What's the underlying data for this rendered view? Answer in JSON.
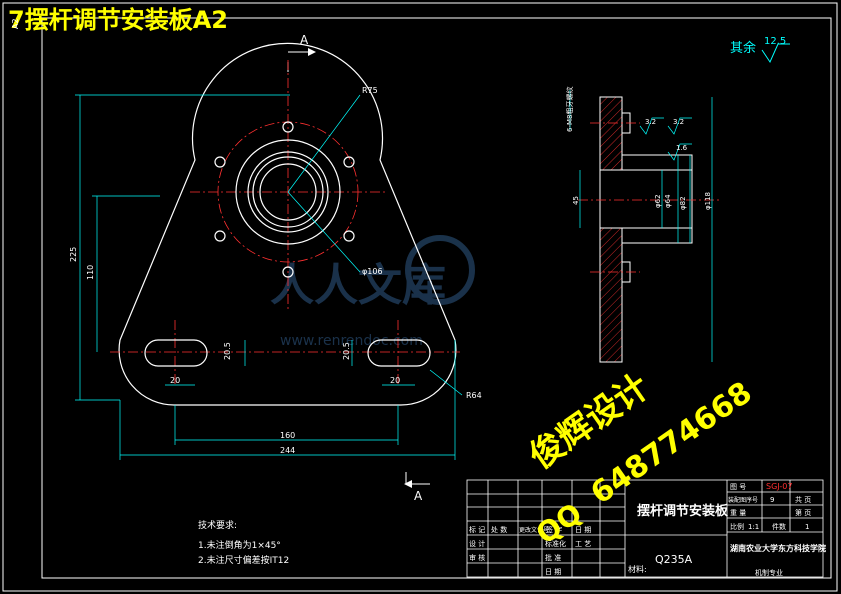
{
  "title": "7摆杆调节安装板A2",
  "watermark": {
    "brand": "人人文库",
    "url": "www.renrendoc.com"
  },
  "overlay": {
    "designer": "俊辉设计",
    "qq_label": "QQ",
    "qq_number": "648774668"
  },
  "section": {
    "top_label": "A",
    "bottom_label": "A"
  },
  "roughness": {
    "label": "其余",
    "value": "12.5"
  },
  "dims": {
    "r75": "R75",
    "d106": "φ106",
    "h225": "225",
    "h110": "110",
    "slot_left": "20.5",
    "slot_right": "20.5",
    "w20a": "20",
    "w20b": "20",
    "w160": "160",
    "w244": "244",
    "r64": "R64",
    "s_left_top": "6-M8粗牙螺纹",
    "s_45": "45",
    "s_62": "φ62",
    "s_64": "φ64",
    "s_82": "φ82",
    "s_118": "φ118",
    "rough_a": "3.2",
    "rough_b": "3.2",
    "rough_c": "1.6"
  },
  "notes": {
    "heading": "技术要求:",
    "line1": "1.未注倒角为1×45°",
    "line2": "2.未注尺寸偏差按IT12"
  },
  "titleblock": {
    "part_name": "摆杆调节安装板",
    "material": "Q235A",
    "material_label": "材料:",
    "drawing_no_label": "图 号",
    "drawing_no": "SGJ-07",
    "assy_label": "装配图序号",
    "assy_no": "9",
    "qty_label": "共 页",
    "weight_label": "重 量",
    "sheet_label": "第 页",
    "scale_label": "比例",
    "scale": "1:1",
    "count_label": "件数",
    "count": "1",
    "school": "湖南农业大学东方科技学院",
    "mark_label": "标 记",
    "pcs_label": "处 数",
    "change_label": "更改文件号",
    "sign_label": "签 字",
    "date_label": "日 期",
    "design_label": "设 计",
    "check_label": "审 核",
    "std_label": "标准化",
    "process_label": "工 艺",
    "approve_label": "批 准",
    "date2_label": "日 期",
    "class_label": "机制专业"
  }
}
